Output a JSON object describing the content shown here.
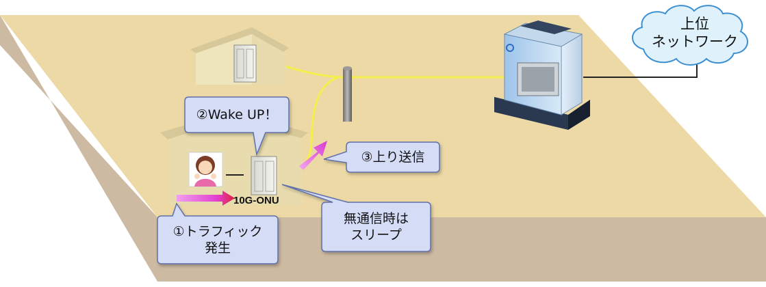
{
  "upper_network": {
    "line1": "上位",
    "line2": "ネットワーク"
  },
  "onu_label": "10G-ONU",
  "callouts": {
    "wake_up": "②Wake UP！",
    "upstream": "③上り送信",
    "traffic_line1": "①トラフィック",
    "traffic_line2": "発生",
    "sleep_line1": "無通信時は",
    "sleep_line2": "スリープ"
  },
  "colors": {
    "ground_top": "#ecd9a6",
    "ground_side": "#cdbaa2",
    "house_body": "#e8dcae",
    "house_roof": "#d6c898",
    "fiber": "#f4ef4c",
    "callout_fill": "#d4dcf6",
    "callout_stroke": "#5f6fa8",
    "arrow_magenta": "#e84bd6",
    "cloud_fill": "#dff2fc",
    "cloud_stroke": "#3c8fd0"
  }
}
